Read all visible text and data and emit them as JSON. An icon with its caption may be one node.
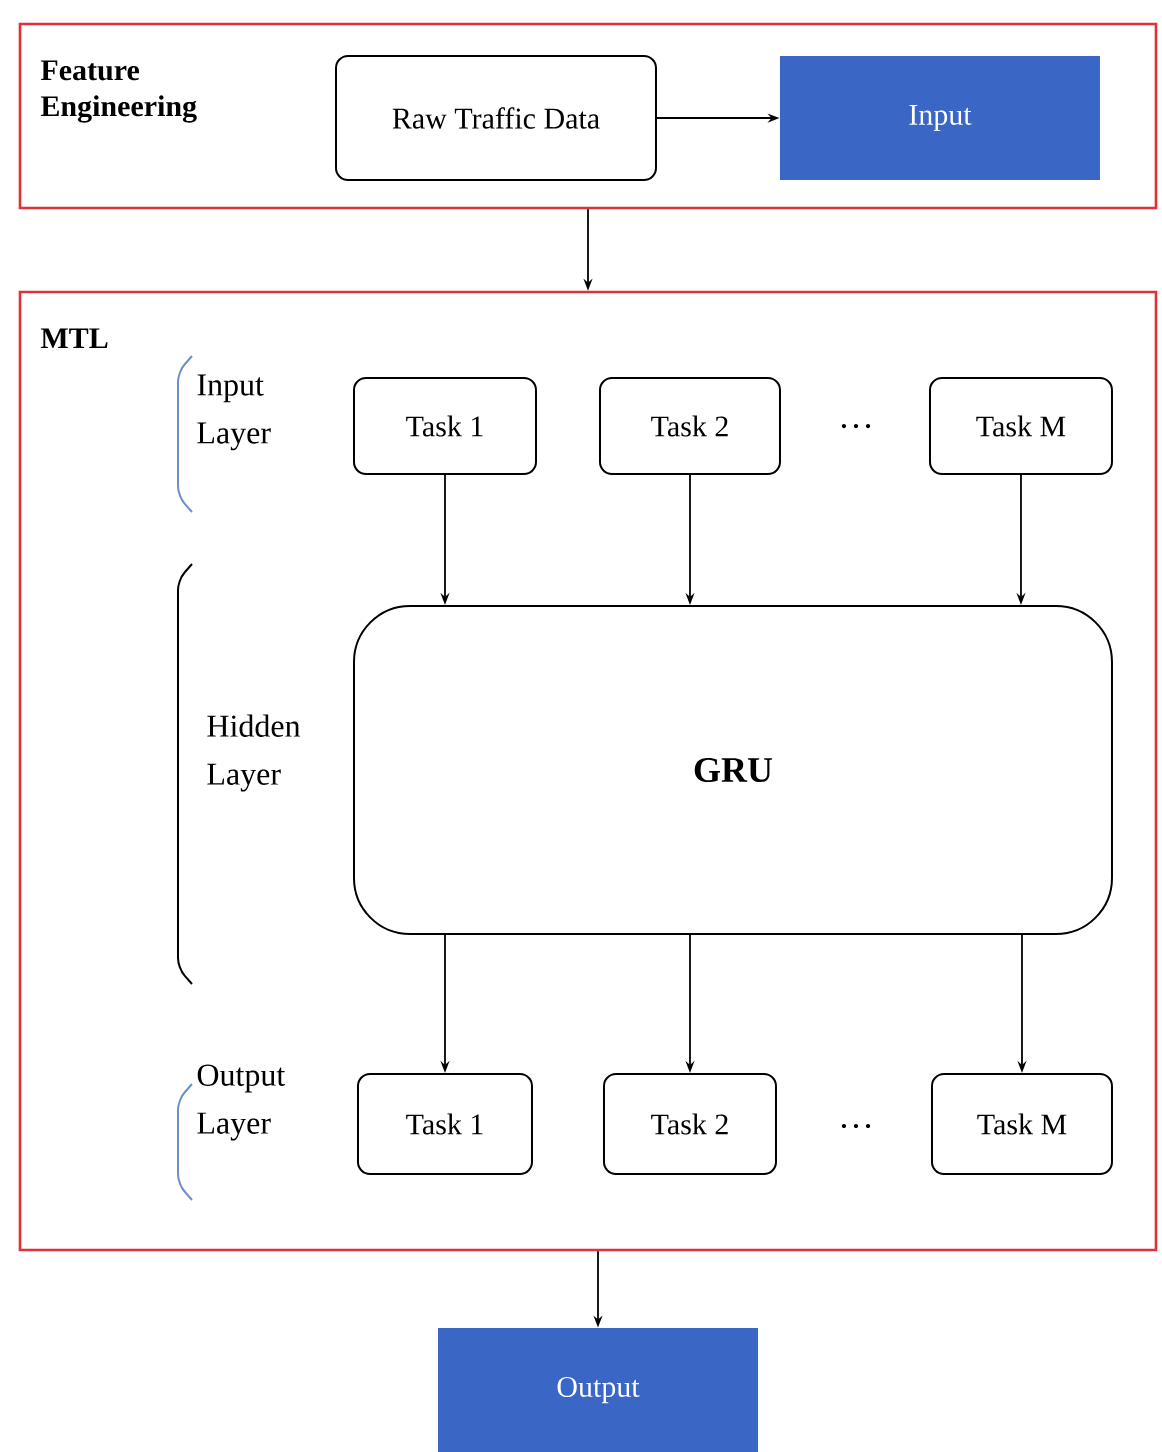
{
  "diagram": {
    "nodes": [
      {
        "text": [
          "Feature Engineering"
        ]
      },
      {
        "text": [
          "Raw Traffic Data"
        ],
        "in": 0
      },
      {
        "text": [
          "Input"
        ],
        "in": 0
      },
      {
        "text": [
          "MTL"
        ]
      },
      {
        "text": [
          "Task 1"
        ],
        "in": 3
      },
      {
        "text": [
          "Task 2"
        ],
        "in": 3
      },
      {
        "text": [
          "Task M"
        ],
        "in": 3
      },
      {
        "text": [
          "GRU"
        ],
        "in": 3
      },
      {
        "text": [
          "Task 1"
        ],
        "in": 3
      },
      {
        "text": [
          "Task 2"
        ],
        "in": 3
      },
      {
        "text": [
          "Task M"
        ],
        "in": 3
      },
      {
        "text": [
          "Output"
        ]
      }
    ],
    "edges": [
      {
        "from": 1,
        "to": 2,
        "arrow": "to"
      },
      {
        "from": 0,
        "to": 3,
        "arrow": "to"
      },
      {
        "from": 4,
        "to": 7,
        "arrow": "to"
      },
      {
        "from": 5,
        "to": 7,
        "arrow": "to"
      },
      {
        "from": 6,
        "to": 7,
        "arrow": "to"
      },
      {
        "from": 7,
        "to": 8,
        "arrow": "to"
      },
      {
        "from": 7,
        "to": 9,
        "arrow": "to"
      },
      {
        "from": 7,
        "to": 10,
        "arrow": "to"
      },
      {
        "from": 3,
        "to": 11,
        "arrow": "to"
      }
    ],
    "labels": [
      "Input Layer",
      "…",
      "Hidden Layer",
      "Output Layer",
      "…"
    ]
  }
}
